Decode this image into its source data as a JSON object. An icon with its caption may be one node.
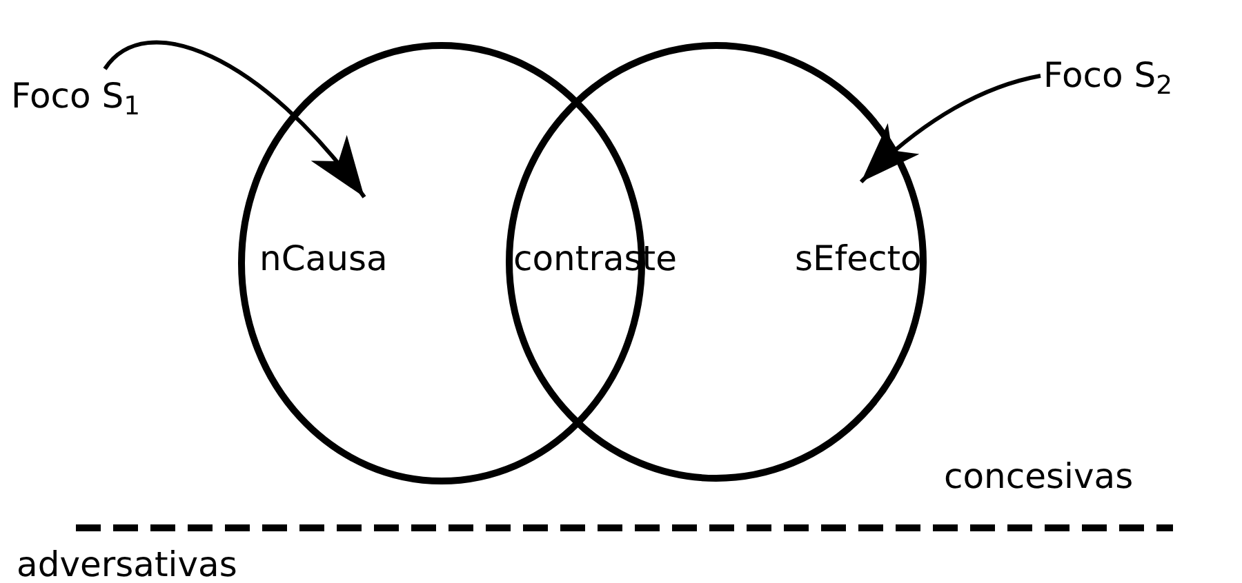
{
  "diagram": {
    "nodes": [
      {
        "text": [
          "Foco S$_{1}$"
        ]
      },
      {
        "text": [
          "nCausa"
        ]
      },
      {
        "text": [
          "sEfecto"
        ]
      },
      {
        "text": [
          "Foco S$_{2}$"
        ]
      }
    ],
    "edges": [
      {
        "from": 0,
        "to": 1,
        "arrow": "to"
      },
      {
        "from": 3,
        "to": 2,
        "arrow": "to"
      }
    ],
    "labels": [
      "contraste",
      "concesivas",
      "adversativas"
    ]
  }
}
